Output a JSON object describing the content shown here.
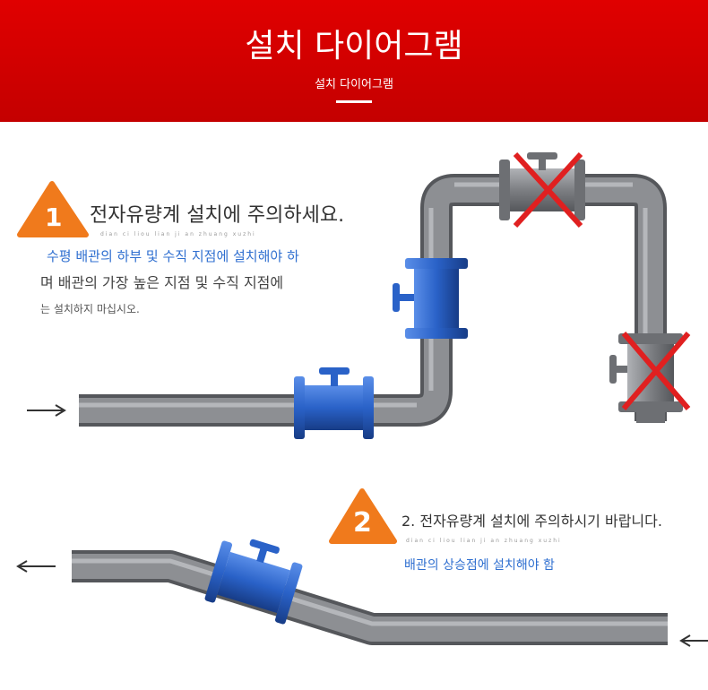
{
  "header": {
    "title": "설치 다이어그램",
    "subtitle": "설치 다이어그램"
  },
  "note1": {
    "badge": "1",
    "heading": "전자유량계 설치에 주의하세요.",
    "pinyin": "dian ci liou lian ji an zhuang xuzhi",
    "line1": "수평 배관의 하부 및 수직 지점에 설치해야 하",
    "line2": "며 배관의 가장 높은 지점 및 수직 지점에",
    "line3": "는 설치하지 마십시오."
  },
  "note2": {
    "badge": "2",
    "heading": "2. 전자유량계 설치에 주의하시기 바랍니다.",
    "pinyin": "dian ci liou lian ji an zhuang xuzhi",
    "line1": "배관의 상승점에 설치해야 함"
  },
  "colors": {
    "header": "#d80000",
    "pipe": "#8a8c90",
    "meter": "#2a62c8",
    "badge": "#f07a1c",
    "cross": "#e02020",
    "blue_text": "#2f6fd0"
  }
}
